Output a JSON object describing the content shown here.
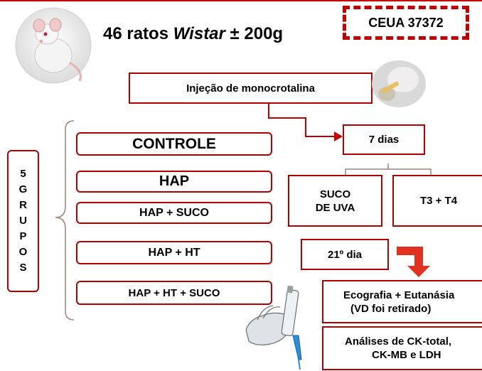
{
  "title": {
    "count": "46 ratos",
    "strain": "Wistar",
    "weight": "± 200g"
  },
  "ceua": "CEUA 37372",
  "injection": "Injeção de monocrotalina",
  "groups_label": [
    "5",
    "G",
    "R",
    "U",
    "P",
    "O",
    "S"
  ],
  "groups": [
    "CONTROLE",
    "HAP",
    "HAP + SUCO",
    "HAP + HT",
    "HAP + HT + SUCO"
  ],
  "timeline": {
    "day7": "7 dias",
    "suco_line1": "SUCO",
    "suco_line2": "DE UVA",
    "t3t4": "T3 + T4",
    "day21": "21º dia",
    "ecografia_line1": "Ecografia + Eutanásia",
    "ecografia_line2": "(VD foi retirado)",
    "analises_line1": "Análises de CK-total,",
    "analises_line2": "CK-MB e LDH"
  },
  "colors": {
    "accent": "#c00000",
    "border": "#b00000"
  }
}
